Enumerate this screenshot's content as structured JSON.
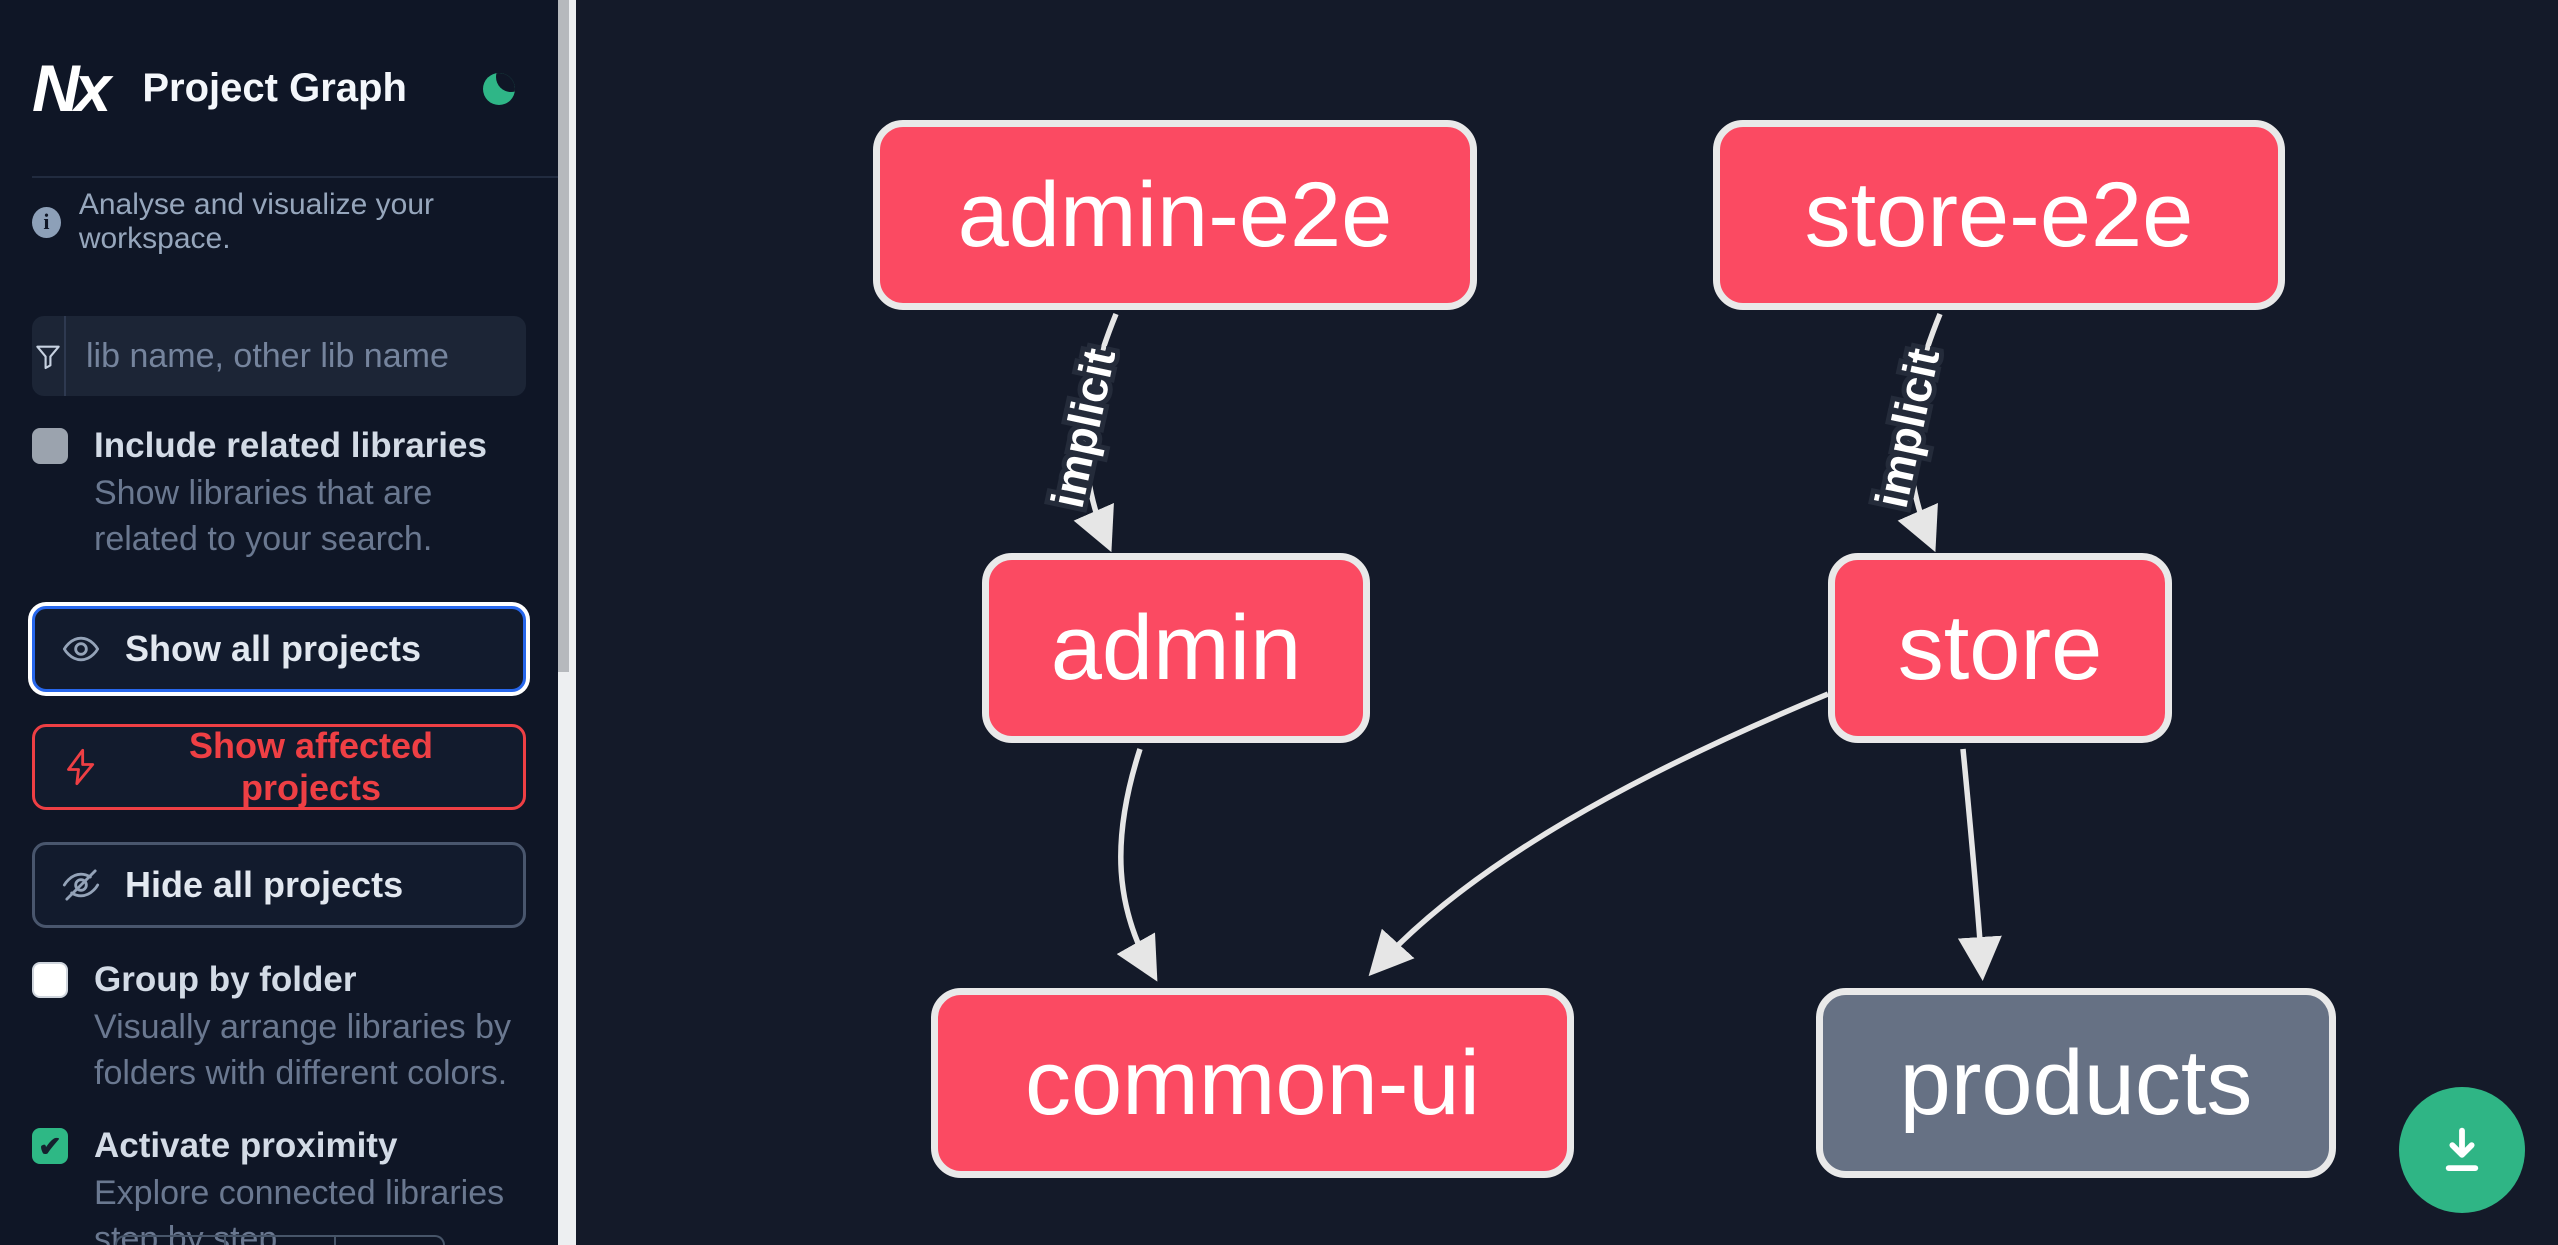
{
  "app": {
    "title": "Project Graph",
    "logo_text": "Nx"
  },
  "sidebar": {
    "tagline": "Analyse and visualize your workspace.",
    "search": {
      "placeholder": "lib name, other lib name"
    },
    "toggles": {
      "include_related": {
        "label": "Include related libraries",
        "desc": "Show libraries that are related to your search.",
        "checked": false
      },
      "group_by_folder": {
        "label": "Group by folder",
        "desc": "Visually arrange libraries by folders with different colors.",
        "checked": false
      },
      "activate_proximity": {
        "label": "Activate proximity",
        "desc": "Explore connected libraries step by step.",
        "checked": true
      }
    },
    "buttons": {
      "show_all": "Show all projects",
      "show_affected": "Show affected projects",
      "hide_all": "Hide all projects"
    }
  },
  "graph": {
    "nodes": [
      {
        "label": "admin-e2e",
        "status": "affected"
      },
      {
        "label": "store-e2e",
        "status": "affected"
      },
      {
        "label": "admin",
        "status": "affected"
      },
      {
        "label": "store",
        "status": "affected"
      },
      {
        "label": "common-ui",
        "status": "affected"
      },
      {
        "label": "products",
        "status": "unaffected"
      }
    ],
    "edges": [
      {
        "from": "admin-e2e",
        "to": "admin",
        "label": "implicit"
      },
      {
        "from": "store-e2e",
        "to": "store",
        "label": "implicit"
      },
      {
        "from": "admin",
        "to": "common-ui",
        "label": ""
      },
      {
        "from": "store",
        "to": "common-ui",
        "label": ""
      },
      {
        "from": "store",
        "to": "products",
        "label": ""
      }
    ]
  },
  "icons": {
    "check": "✔",
    "info": "i"
  },
  "colors": {
    "accent_green": "#2fb585",
    "node_affected": "#fb4a62",
    "node_unaffected": "#667184",
    "focus_blue": "#2767ec",
    "danger_red": "#ee3f44"
  }
}
